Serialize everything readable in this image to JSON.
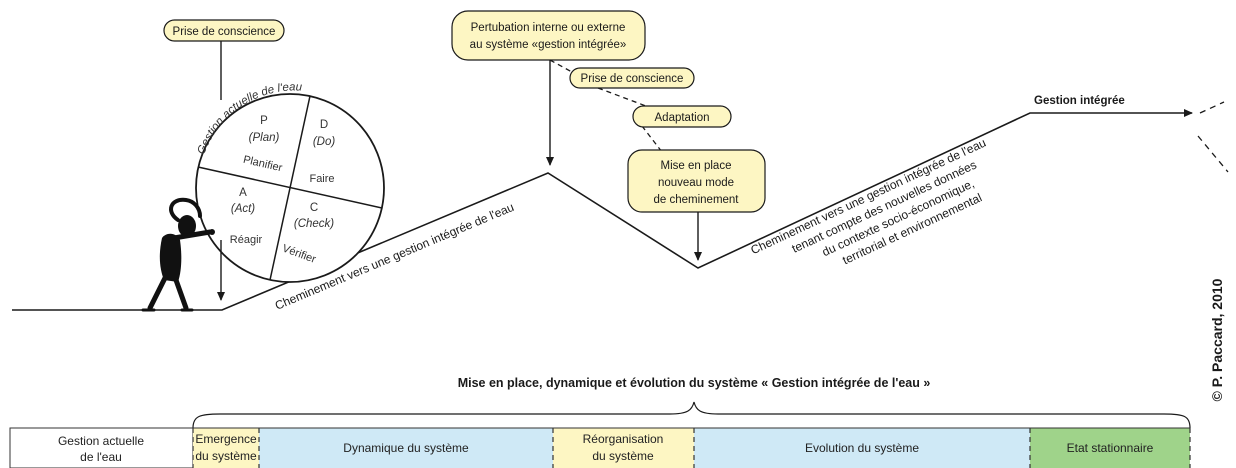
{
  "colors": {
    "callout_fill": "#fdf6c3",
    "phase_white": "#ffffff",
    "phase_yellow": "#fdf6c3",
    "phase_blue": "#cfe9f6",
    "phase_green": "#9fd38a",
    "line": "#1a1a1a"
  },
  "icons": {
    "figure": "person-pushing-wheel-icon"
  },
  "callouts": {
    "prise_conscience_1": "Prise de conscience",
    "perturbation_line1": "Pertubation interne ou externe",
    "perturbation_line2": "au système «gestion intégrée»",
    "prise_conscience_2": "Prise de conscience",
    "adaptation": "Adaptation",
    "mise_en_place_line1": "Mise en place",
    "mise_en_place_line2": "nouveau mode",
    "mise_en_place_line3": "de cheminement"
  },
  "wheel": {
    "arc_label": "Gestion actuelle de l'eau",
    "p_letter": "P",
    "p_sub": "(Plan)",
    "p_verb": "Planifier",
    "d_letter": "D",
    "d_sub": "(Do)",
    "d_verb": "Faire",
    "a_letter": "A",
    "a_sub": "(Act)",
    "a_verb": "Réagir",
    "c_letter": "C",
    "c_sub": "(Check)",
    "c_verb": "Vérifier"
  },
  "path_labels": {
    "first_slope": "Cheminement vers une gestion intégrée de l'eau",
    "second_slope_line1": "Cheminement vers une gestion intégrée de l'eau",
    "second_slope_line2": "tenant compte des nouvelles données",
    "second_slope_line3": "du contexte socio-économique,",
    "second_slope_line4": "territorial et environnemental",
    "plateau": "Gestion intégrée"
  },
  "copyright": "© P. Paccard, 2010",
  "timeline": {
    "title": "Mise en place, dynamique et évolution du système  « Gestion intégrée de l'eau »",
    "phases": [
      {
        "line1": "Gestion actuelle",
        "line2": "de l'eau"
      },
      {
        "line1": "Emergence",
        "line2": "du système"
      },
      {
        "line1": "Dynamique du système",
        "line2": ""
      },
      {
        "line1": "Réorganisation",
        "line2": "du système"
      },
      {
        "line1": "Evolution du système",
        "line2": ""
      },
      {
        "line1": "Etat stationnaire",
        "line2": ""
      }
    ]
  }
}
